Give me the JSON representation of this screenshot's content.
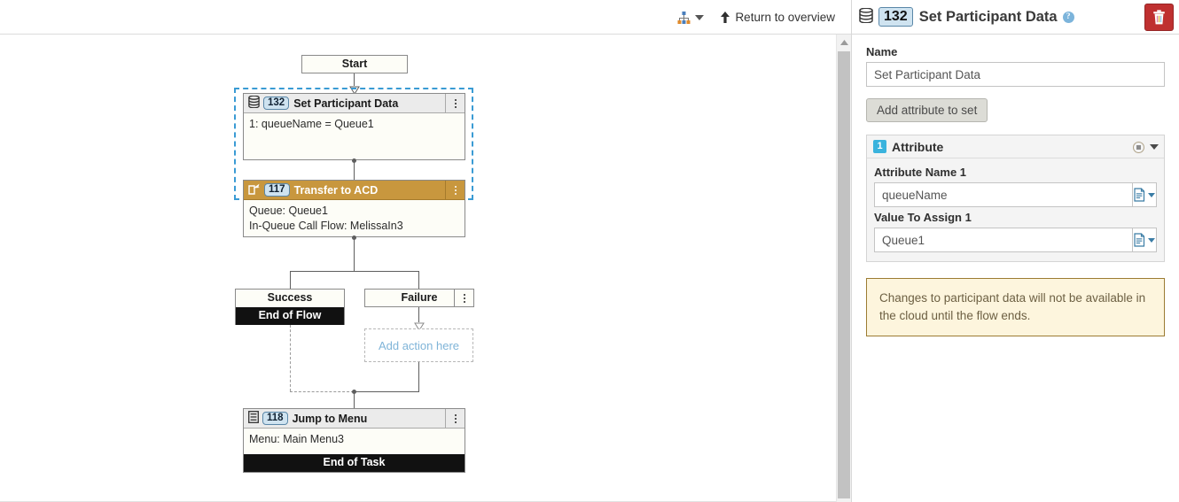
{
  "toolbar": {
    "sitemap_icon": "sitemap-icon",
    "sitemap_caret": "chevron-down-icon",
    "return_icon": "up-arrow-icon",
    "return_label": "Return to overview"
  },
  "flow": {
    "start": {
      "label": "Start"
    },
    "nodes": [
      {
        "id": "132",
        "icon": "database-icon",
        "title": "Set Participant Data",
        "body": [
          "1: queueName = Queue1"
        ],
        "selected": true,
        "menu_icon": "kebab-menu-icon"
      },
      {
        "id": "117",
        "icon": "transfer-icon",
        "title": "Transfer to ACD",
        "body": [
          "Queue: Queue1",
          "In-Queue Call Flow: MelissaIn3"
        ],
        "selected": false,
        "menu_icon": "kebab-menu-icon"
      },
      {
        "id": "118",
        "icon": "menu-list-icon",
        "title": "Jump to Menu",
        "body": [
          "Menu: Main Menu3"
        ],
        "footer": "End of Task",
        "selected": false,
        "menu_icon": "kebab-menu-icon"
      }
    ],
    "branches": {
      "success": {
        "label": "Success",
        "terminal": "End of Flow"
      },
      "failure": {
        "label": "Failure",
        "menu_icon": "kebab-menu-icon",
        "placeholder": "Add action here"
      }
    }
  },
  "panel": {
    "icon": "database-icon",
    "badge": "132",
    "title": "Set Participant Data",
    "help_icon": "help-icon",
    "help_glyph": "?",
    "delete_icon": "trash-icon",
    "name_label": "Name",
    "name_value": "Set Participant Data",
    "add_attribute_label": "Add attribute to set",
    "attribute": {
      "number": "1",
      "title": "Attribute",
      "remove_icon": "remove-circle-icon",
      "caret_icon": "chevron-down-icon",
      "name_label": "Attribute Name 1",
      "name_value": "queueName",
      "name_picker_icon": "expression-picker-icon",
      "value_label": "Value To Assign 1",
      "value_value": "Queue1",
      "value_picker_icon": "expression-picker-icon"
    },
    "note": "Changes to participant data will not be available in the cloud until the flow ends."
  },
  "colors": {
    "accent_blue": "#3a9bd4",
    "node_gold": "#c8973e",
    "badge_blue": "#cfe3f0",
    "attr_cyan": "#3ab3dd",
    "delete_red": "#bf3030",
    "note_bg": "#fdf5dd",
    "note_border": "#9c7c33"
  }
}
